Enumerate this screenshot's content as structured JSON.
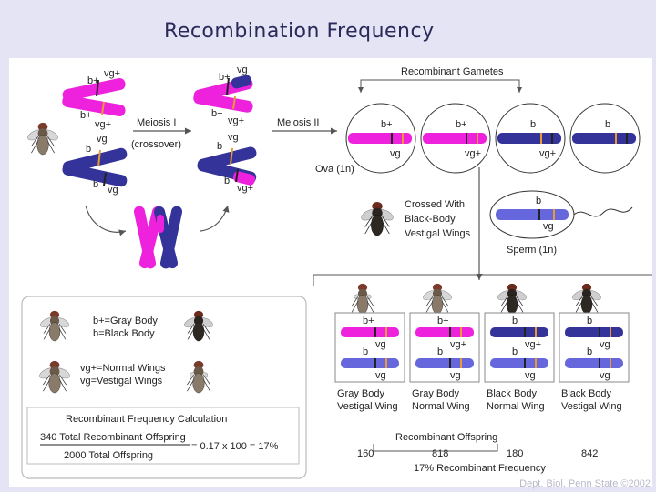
{
  "title": "Recombination Frequency",
  "credit": "Dept. Biol. Penn State ©2002",
  "colors": {
    "magenta": "#ee22dd",
    "navy": "#33339a",
    "light_blue": "#6666dd",
    "orange": "#e89a33",
    "arrow": "#555555"
  },
  "meiosis": {
    "meiosis1": "Meiosis I",
    "crossover": "(crossover)",
    "meiosis2": "Meiosis II",
    "left_pair": {
      "top_b": "b+",
      "top_vg": "vg+",
      "mid_b": "b+",
      "mid_vg": "vg+",
      "low_b": "b",
      "low_vg": "vg",
      "bot_b": "b",
      "bot_vg": "vg"
    },
    "right_pair": {
      "top_vg": "vg",
      "top_b": "b+",
      "mid_b": "b+",
      "mid_vg": "vg+",
      "low_vg": "vg",
      "low_b": "b",
      "bot_b": "b",
      "bot_vg": "vg+"
    }
  },
  "gametes": {
    "header": "Recombinant Gametes",
    "ova_label": "Ova (1n)",
    "cells": [
      {
        "b": "b+",
        "vg": "vg"
      },
      {
        "b": "b+",
        "vg": "vg+"
      },
      {
        "b": "b",
        "vg": "vg+"
      },
      {
        "b": "b",
        "vg": ""
      }
    ]
  },
  "cross": {
    "text1": "Crossed With",
    "text2": "Black-Body",
    "text3": "Vestigal Wings",
    "sperm_b": "b",
    "sperm_vg": "vg",
    "sperm_label": "Sperm (1n)"
  },
  "legend": {
    "gray_body": "b+=Gray Body",
    "black_body": "b=Black Body",
    "normal_wings": "vg+=Normal Wings",
    "vestigal_wings": "vg=Vestigal Wings",
    "calc_title": "Recombinant Frequency Calculation",
    "numerator": "340 Total Recombinant Offspring",
    "denominator": "2000 Total Offspring",
    "result": "= 0.17 x 100 = 17%"
  },
  "offspring": {
    "items": [
      {
        "top_b": "b+",
        "top_vg": "vg",
        "bot_b": "b",
        "bot_vg": "vg",
        "label1": "Gray Body",
        "label2": "Vestigal Wing",
        "count": "160"
      },
      {
        "top_b": "b+",
        "top_vg": "vg+",
        "bot_b": "b",
        "bot_vg": "vg",
        "label1": "Gray Body",
        "label2": "Normal Wing",
        "count": "818"
      },
      {
        "top_b": "b",
        "top_vg": "vg+",
        "bot_b": "b",
        "bot_vg": "vg",
        "label1": "Black Body",
        "label2": "Normal Wing",
        "count": "180"
      },
      {
        "top_b": "b",
        "top_vg": "vg",
        "bot_b": "b",
        "bot_vg": "vg",
        "label1": "Black Body",
        "label2": "Vestigal Wing",
        "count": "842"
      }
    ],
    "bracket_label": "Recombinant Offspring",
    "summary": "17% Recombinant Frequency"
  }
}
